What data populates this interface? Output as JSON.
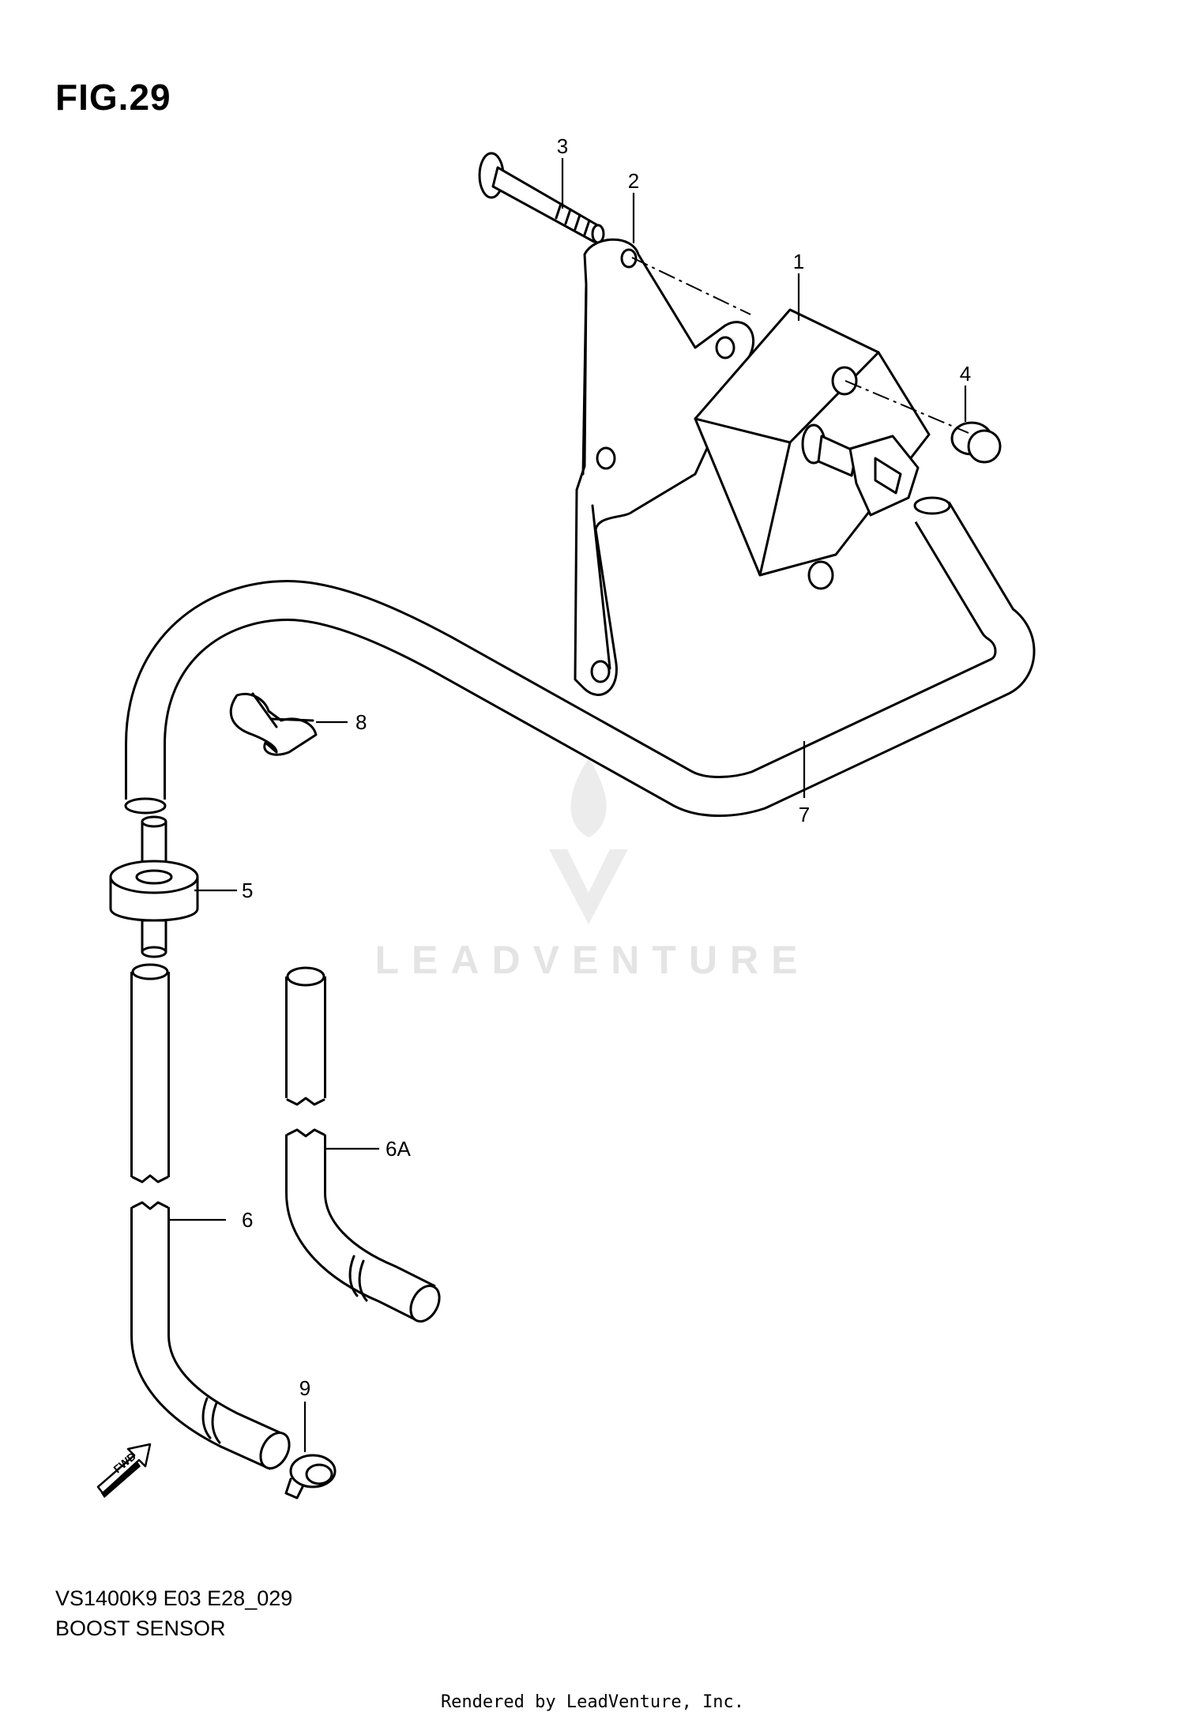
{
  "figure": {
    "title": "FIG.29"
  },
  "callouts": {
    "c1": "1",
    "c2": "2",
    "c3": "3",
    "c4": "4",
    "c5": "5",
    "c6": "6",
    "c6a": "6A",
    "c7": "7",
    "c8": "8",
    "c9": "9"
  },
  "fwd_label": "FWD",
  "watermark": {
    "text": "LEADVENTURE"
  },
  "footer": {
    "code": "VS1400K9 E03 E28_029",
    "name": "BOOST SENSOR",
    "rendered_by": "Rendered by LeadVenture, Inc."
  }
}
